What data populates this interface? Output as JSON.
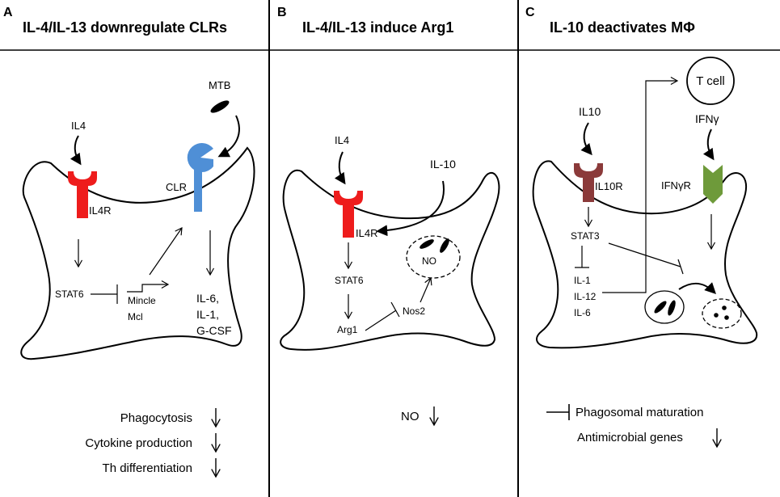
{
  "panels": [
    {
      "letter": "A",
      "title": "IL-4/IL-13 downregulate CLRs",
      "labels": {
        "il4": "IL4",
        "il4r": "IL4R",
        "mtb": "MTB",
        "clr": "CLR",
        "stat6": "STAT6",
        "mincle": "Mincle",
        "mcl": "Mcl",
        "il6": "IL-6,",
        "il1": "IL-1,",
        "gcsf": "G-CSF"
      },
      "effects": [
        "Phagocytosis",
        "Cytokine production",
        "Th differentiation"
      ]
    },
    {
      "letter": "B",
      "title": "IL-4/IL-13 induce Arg1",
      "labels": {
        "il4": "IL4",
        "il10": "IL-10",
        "il4r": "IL4R",
        "no_vesicle": "NO",
        "stat6": "STAT6",
        "nos2": "Nos2",
        "arg1": "Arg1"
      },
      "effects": [
        "NO"
      ]
    },
    {
      "letter": "C",
      "title": "IL-10 deactivates MΦ",
      "labels": {
        "tcell": "T cell",
        "il10": "IL10",
        "ifng": "IFNγ",
        "il10r": "IL10R",
        "ifngr": "IFNγR",
        "stat3": "STAT3",
        "il1": "IL-1",
        "il12": "IL-12",
        "il6": "IL-6"
      },
      "effects": [
        "Phagosomal maturation",
        "Antimicrobial genes"
      ]
    }
  ],
  "colors": {
    "il4r": "#ee1c1c",
    "clr": "#4f8fd6",
    "il10r": "#8b3a3a",
    "ifngr": "#6e9a3a"
  }
}
